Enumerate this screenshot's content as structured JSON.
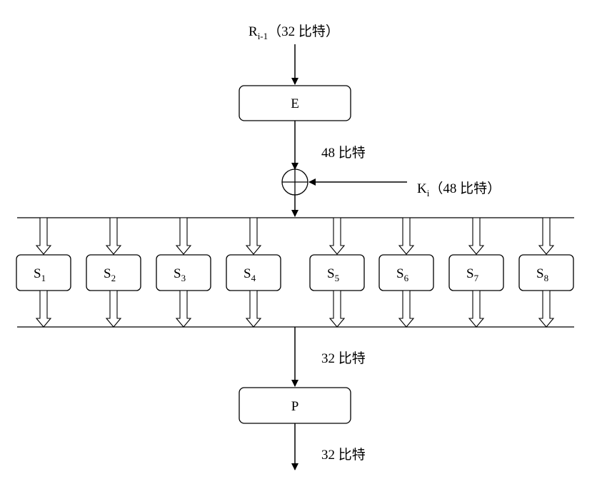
{
  "input_label": {
    "main": "R",
    "sub": "i-1",
    "suffix": "（32 比特）"
  },
  "e_box": "E",
  "after_e_label": "48 比特",
  "key_label": {
    "main": "K",
    "sub": "i",
    "suffix": "（48 比特）"
  },
  "sboxes": [
    {
      "letter": "S",
      "index": "1"
    },
    {
      "letter": "S",
      "index": "2"
    },
    {
      "letter": "S",
      "index": "3"
    },
    {
      "letter": "S",
      "index": "4"
    },
    {
      "letter": "S",
      "index": "5"
    },
    {
      "letter": "S",
      "index": "6"
    },
    {
      "letter": "S",
      "index": "7"
    },
    {
      "letter": "S",
      "index": "8"
    }
  ],
  "after_s_label": "32 比特",
  "p_box": "P",
  "output_label": "32 比特"
}
